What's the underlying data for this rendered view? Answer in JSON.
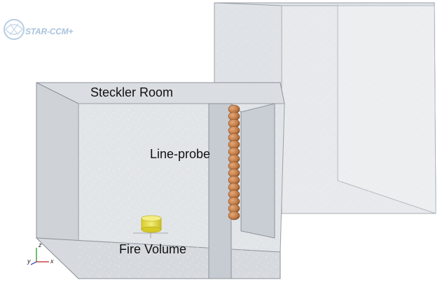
{
  "app": {
    "logo_text": "STAR-CCM+"
  },
  "scene": {
    "labels": {
      "room": "Steckler Room",
      "probe": "Line-probe",
      "fire": "Fire Volume"
    },
    "axes": {
      "z": "z",
      "y": "y",
      "x": "x"
    },
    "colors": {
      "background": "#ffffff",
      "wall_fill": "#d9dde2",
      "wall_stroke": "#9aa0a8",
      "probe_sphere": "#c8844e",
      "fire_volume": "#e6dc3a"
    }
  }
}
